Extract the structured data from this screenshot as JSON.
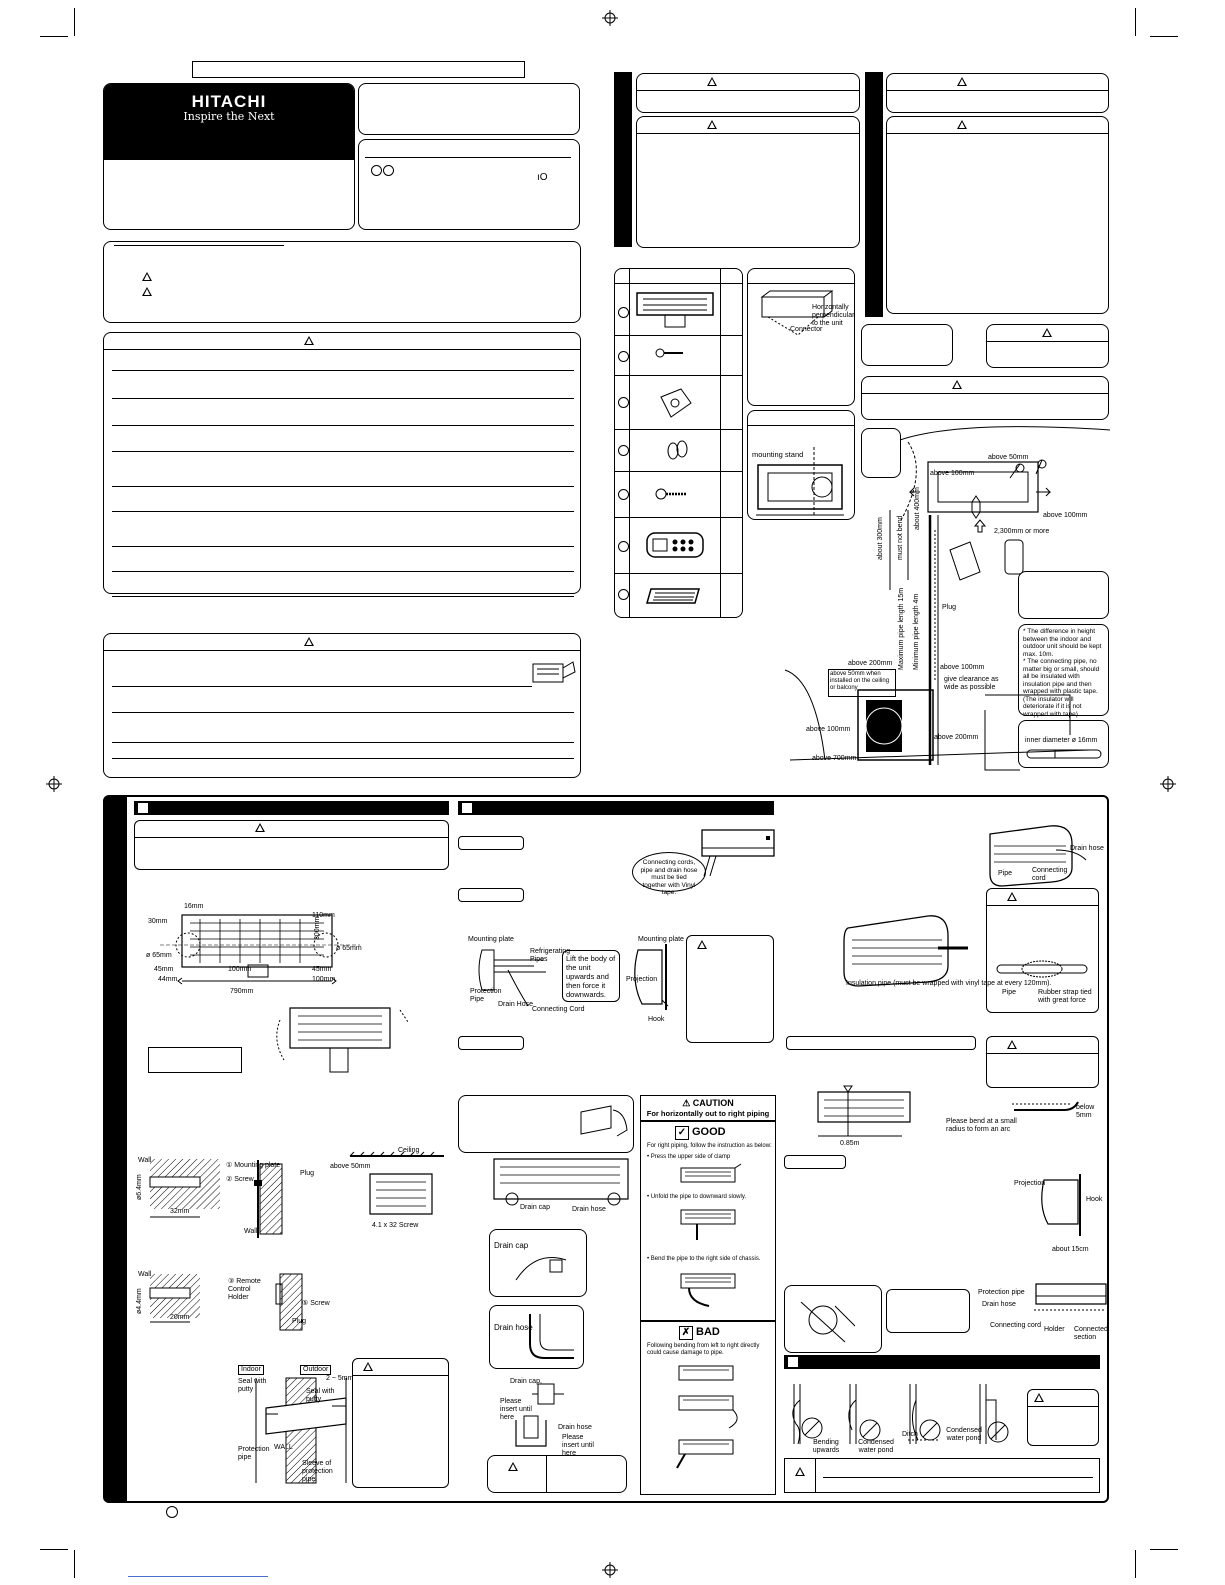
{
  "brand": {
    "name": "HITACHI",
    "tagline": "Inspire the Next"
  },
  "clearance_diagram": {
    "above_50mm": "above 50mm",
    "above_100mm_left": "above 100mm",
    "above_100mm_right": "above 100mm",
    "about_400mm": "about 400mm",
    "about_300mm": "about 300mm",
    "must_not_bend": "must not bend",
    "height_2300": "2,300mm or more",
    "max_pipe": "Maximum pipe length 15m",
    "min_pipe": "Minimum pipe length 4m",
    "plug": "Plug",
    "above_200mm": "above 200mm",
    "above_50mm_ceiling": "above 50mm when installed on the ceiling or balcony",
    "above_100mm_outdoor": "above 100mm",
    "give_clearance": "give clearance as wide as possible",
    "above_100mm_bottom": "above 100mm",
    "above_200mm_bottom": "above 200mm",
    "above_700mm": "above 700mm",
    "inner_diameter": "inner diameter ø 16mm"
  },
  "notes": [
    "The difference in height between the indoor and outdoor unit should be kept max. 10m.",
    "The connecting pipe, no matter big or small, should all be insulated with insulation pipe and then wrapped with plastic tape. (The insulator will deteriorate if it is not wrapped with tape)."
  ],
  "diagram_b": {
    "label_horizontal": "Horizontally perpendicular to the unit",
    "label_connector": "Connector",
    "mounting_stand": "mounting stand"
  },
  "mounting_plate": {
    "d16": "16mm",
    "d30": "30mm",
    "d110": "110mm",
    "d300": "300mm",
    "phi65_left": "ø 65mm",
    "phi65_right": "ø 65mm",
    "d45_left": "45mm",
    "d44": "44mm",
    "d100": "100mm",
    "d45_right": "45mm",
    "d100_right": "100mm",
    "d790": "790mm"
  },
  "wall_fix": {
    "wall": "Wall",
    "d64": "ø6.4mm",
    "d32": "32mm",
    "mounting_plate": "① Mounting plate",
    "screw": "② Screw",
    "plug": "Plug",
    "wall2": "Wall",
    "ceiling": "Ceiling",
    "above_50": "above 50mm",
    "screw_spec": "4.1 x 32 Screw"
  },
  "remote_fix": {
    "wall": "Wall",
    "d44": "ø4.4mm",
    "d20": "20mm",
    "holder": "③ Remote Control Holder",
    "screw": "⑤ Screw",
    "plug": "Plug"
  },
  "wall_hole": {
    "indoor": "Indoor",
    "outdoor": "Outdoor",
    "gap": "2 ~ 5mm",
    "seal_left": "Seal with putty",
    "seal_right": "Seal with putty",
    "protection_pipe": "Protection pipe",
    "wall": "WALL",
    "sleeve": "Sleeve of protection pipe"
  },
  "piping": {
    "tie_note": "Connecting cords, pipe and drain hose must be tied together with Vinyl tape.",
    "mounting_plate": "Mounting plate",
    "refrigerating": "Refrigerating Pipes",
    "protection": "Protection Pipe",
    "drain_hose": "Drain Hose",
    "connecting_cord": "Connecting Cord",
    "lift_note": "Lift the body of the unit upwards and then force it downwards.",
    "mounting_plate2": "Mounting plate",
    "projection": "Projection",
    "hook": "Hook",
    "insulation_note": "Insulation pipe (must be wrapped with vinyl tape at every 120mm).",
    "pipe": "Pipe",
    "drain_hose2": "Drain hose",
    "connecting_cord2": "Connecting cord",
    "pipe2": "Pipe",
    "rubber_strap": "Rubber strap tied with great force"
  },
  "drain": {
    "drain_cap": "Drain cap",
    "drain_hose": "Drain hose",
    "drain_cap2": "Drain cap",
    "drain_hose3": "Drain hose",
    "drain_cap3": "Drain cap,",
    "insert1": "Please insert until here",
    "drain_hose4": "Drain hose",
    "insert2": "Please insert until here"
  },
  "caution_panel": {
    "title": "CAUTION",
    "subtitle": "For horizontally out to right piping",
    "good": "GOOD",
    "good_intro": "For right piping, follow the instruction as below:",
    "steps": [
      "Press the upper side of clamp",
      "Unfold the pipe to downward slowly.",
      "Bend the pipe to the right side of chassis."
    ],
    "bad": "BAD",
    "bad_text": "Following bending from left to right directly could cause damage to pipe."
  },
  "right_bottom": {
    "d085": "0.85m",
    "bend_note": "Please bend at a small radius to form an arc",
    "below_5mm": "below 5mm",
    "projection": "Projection",
    "hook": "Hook",
    "about_15cm": "about 15cm",
    "protection_pipe": "Protection pipe",
    "drain_hose": "Drain hose",
    "connecting_cord": "Connecting cord",
    "holder": "Holder",
    "connected": "Connected section",
    "bending": "Bending upwards",
    "pond1": "Condensed water pond",
    "ditch": "Ditch",
    "pond2": "Condensed water pond"
  }
}
